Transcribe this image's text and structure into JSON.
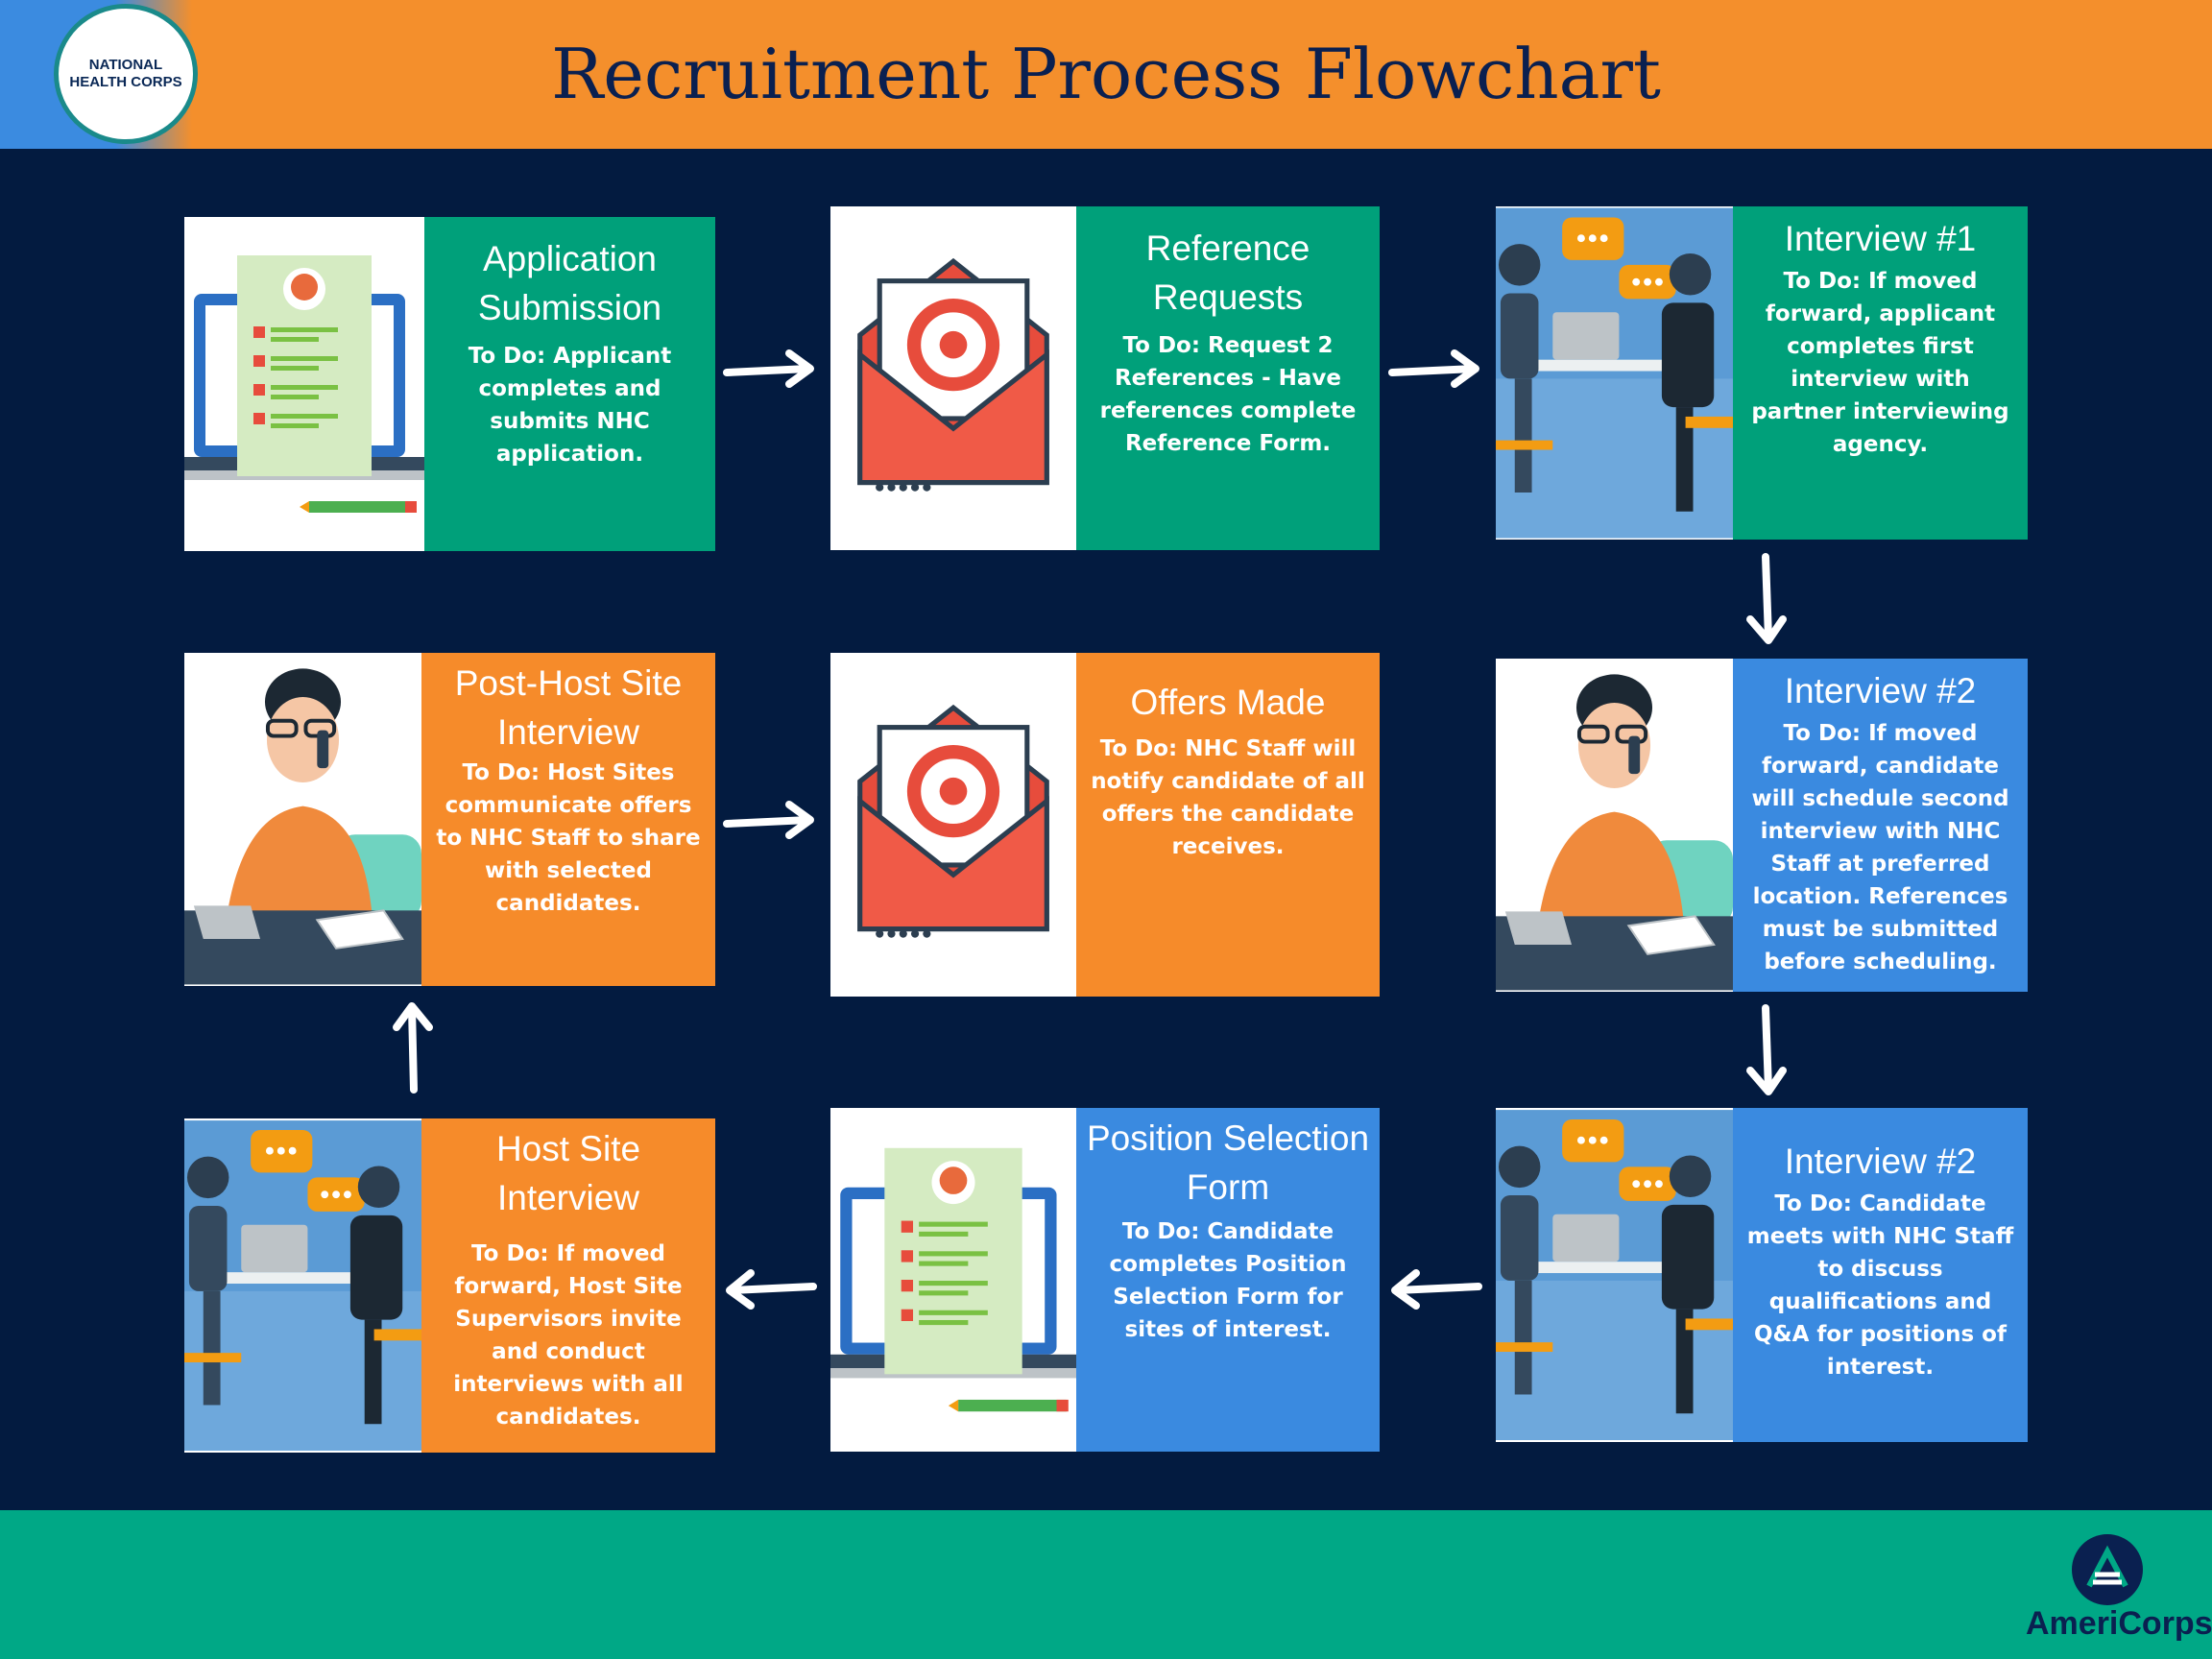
{
  "header": {
    "title": "Recruitment Process Flowchart",
    "logo_lines": [
      "NATIONAL",
      "HEALTH CORPS"
    ]
  },
  "footer": {
    "brand": "AmeriCorps"
  },
  "colors": {
    "navy": "#031b40",
    "orange": "#f68b2a",
    "green": "#00a07a",
    "blue": "#3a8ae0",
    "teal_footer": "#00a886"
  },
  "steps": [
    {
      "title": "Application Submission",
      "body": "To Do: Applicant completes and submits NHC application.",
      "icon": "laptop-resume-icon",
      "color": "green"
    },
    {
      "title": "Reference Requests",
      "body": "To Do: Request 2 References - Have references complete Reference Form.",
      "icon": "email-envelope-icon",
      "color": "green"
    },
    {
      "title": "Interview #1",
      "body": "To Do: If moved forward, applicant completes first interview with partner interviewing agency.",
      "icon": "interview-people-icon",
      "color": "green"
    },
    {
      "title": "Interview #2",
      "body": "To Do: If moved forward, candidate will schedule second interview with NHC Staff at preferred location. References must be submitted before scheduling.",
      "icon": "woman-phone-icon",
      "color": "blue"
    },
    {
      "title": "Interview #2",
      "body": "To Do: Candidate meets with NHC Staff to discuss qualifications and Q&A for positions of interest.",
      "icon": "interview-people-icon",
      "color": "blue"
    },
    {
      "title": "Position Selection Form",
      "body": "To Do: Candidate completes Position Selection Form for sites of interest.",
      "icon": "laptop-resume-icon",
      "color": "blue"
    },
    {
      "title": "Host Site Interview",
      "body": "To Do: If moved forward, Host Site Supervisors invite and conduct interviews with all candidates.",
      "icon": "interview-people-icon",
      "color": "orange"
    },
    {
      "title": "Post-Host Site Interview",
      "body": "To Do: Host Sites communicate offers to NHC Staff to share with selected candidates.",
      "icon": "woman-phone-icon",
      "color": "orange"
    },
    {
      "title": "Offers Made",
      "body": "To Do: NHC Staff will notify candidate of all offers the candidate receives.",
      "icon": "email-envelope-icon",
      "color": "orange"
    }
  ]
}
